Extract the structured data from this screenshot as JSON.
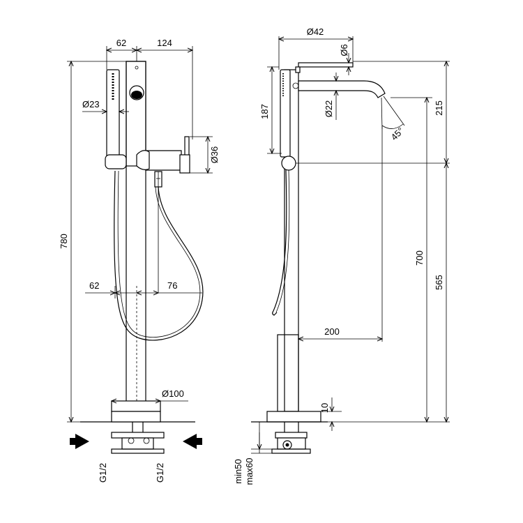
{
  "drawing": {
    "front_view": {
      "dims": {
        "top_left": "62",
        "top_right": "124",
        "handshower_dia": "Ø23",
        "mixer_dia": "Ø36",
        "total_height": "780",
        "hose_left": "62",
        "hose_right": "76",
        "base_dia": "Ø100",
        "inlet_left": "G1/2",
        "inlet_right": "G1/2"
      }
    },
    "side_view": {
      "dims": {
        "spout_top_dia": "Ø42",
        "handle_thk": "Ø6",
        "spout_dia": "Ø22",
        "upper_height": "187",
        "spout_drop": "215",
        "angle": "45°",
        "spout_height": "700",
        "mixer_height": "565",
        "reach": "200",
        "base_thk": "10",
        "floor_min": "min50",
        "floor_max": "max60"
      }
    }
  }
}
